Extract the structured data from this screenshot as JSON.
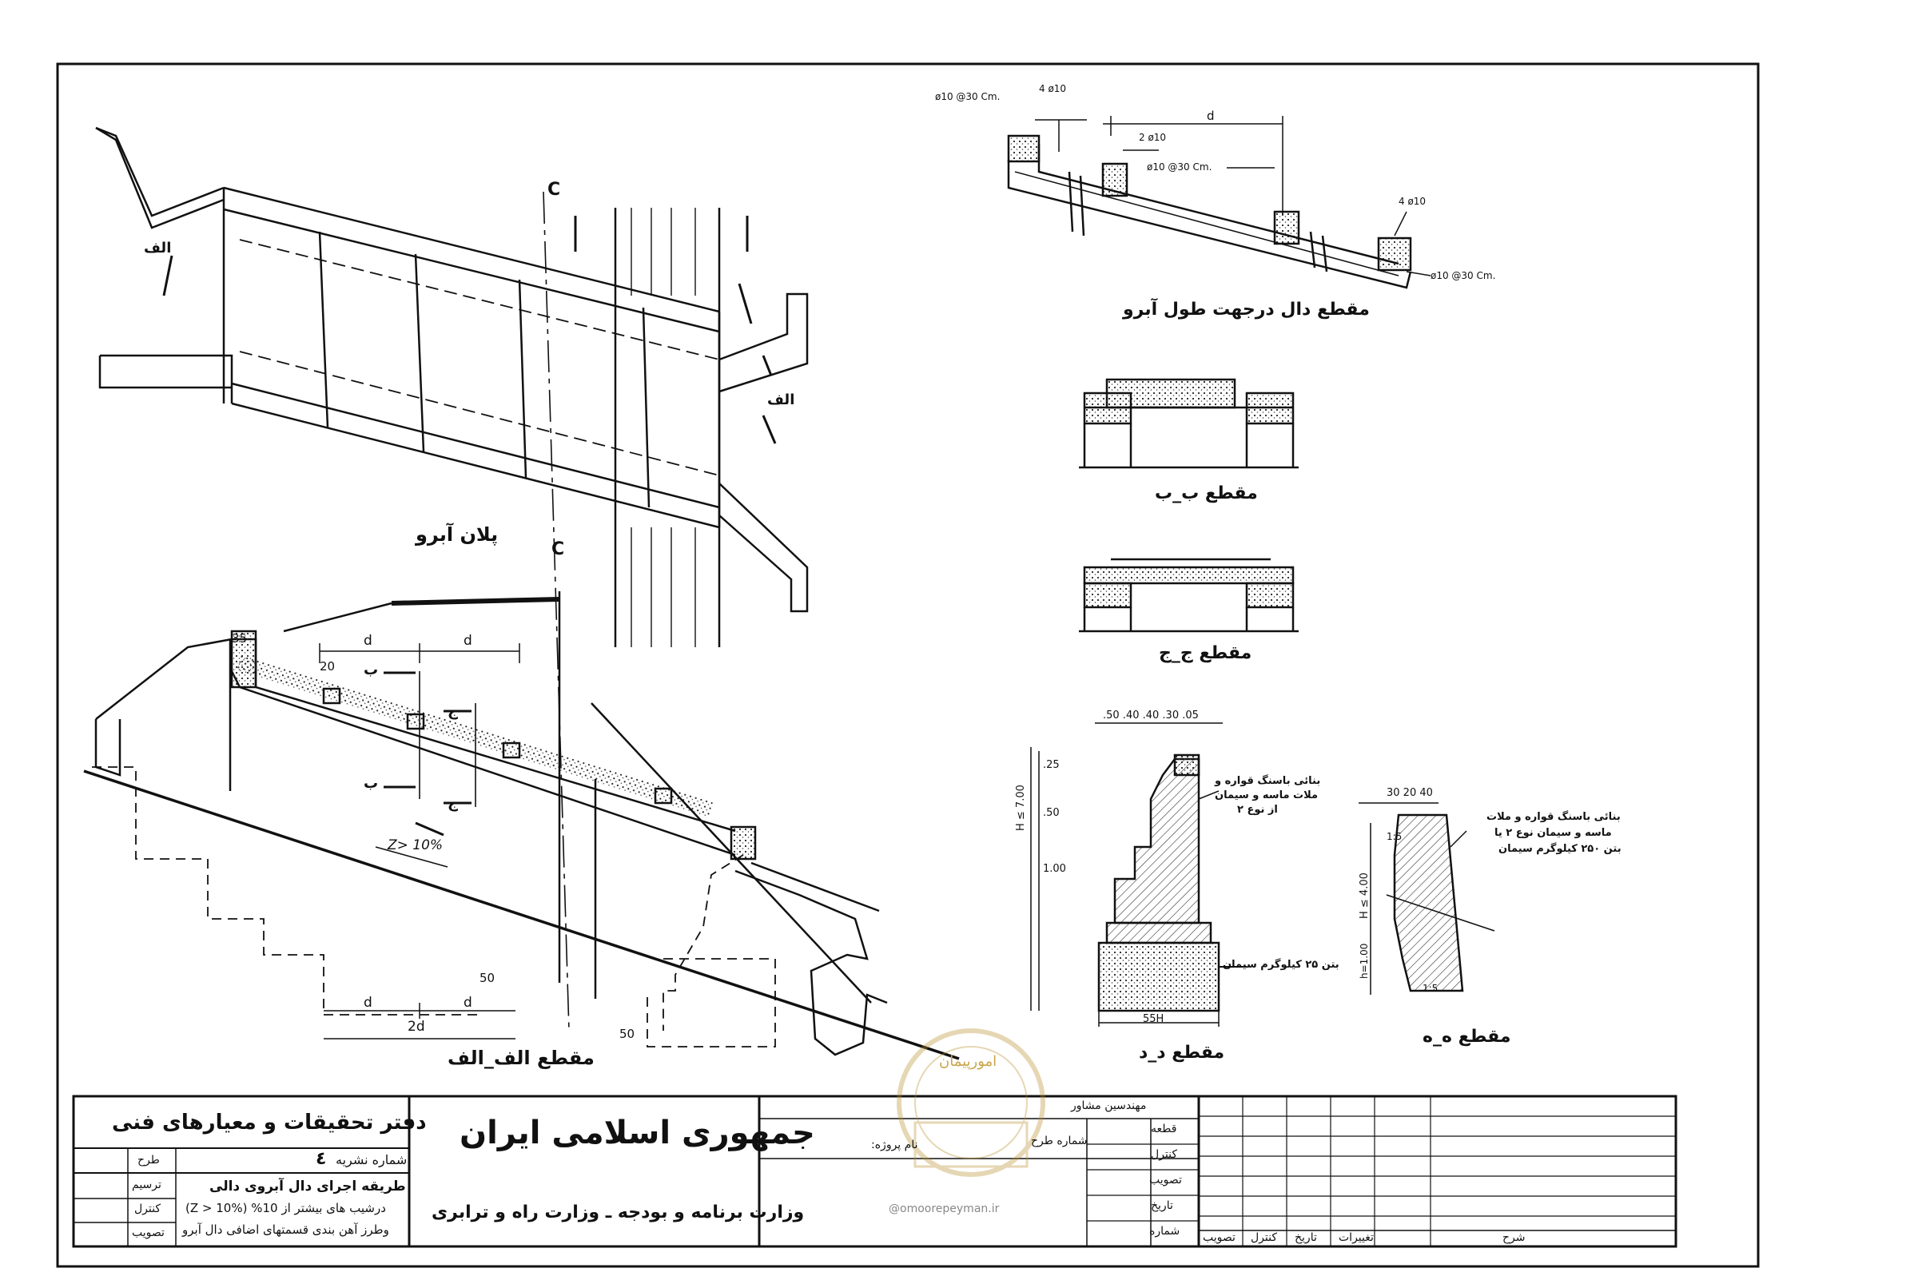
{
  "drawing": {
    "plan_label": "پلان آبرو",
    "section_aa_label": "مقطع الف_الف",
    "section_slab_label": "مقطع دال درجهت طول آبرو",
    "section_bb_label": "مقطع ب_ب",
    "section_jj_label": "مقطع ج_ج",
    "section_dd_label": "مقطع د_د",
    "section_hh_label": "مقطع ه_ه",
    "cut_alef": "الف",
    "cut_be": "ب",
    "cut_jim": "ج",
    "slope_label": "Z> 10%",
    "dim_d": "d",
    "dim_2d": "2d",
    "dim_20": "20",
    "dim_35": "35",
    "dim_50": "50",
    "cl_mark": "C",
    "rebar_top": "ø10 @30 Cm.",
    "rebar_4": "4 ø10",
    "rebar_2": "2 ø10",
    "rebar_mid": "ø10 @30 Cm.",
    "rebar_right4": "4 ø10",
    "rebar_bottom": "ø10 @30 Cm.",
    "dd_dims_top": ".50 .40 .40 .30 .05",
    "dd_h": "H ≤ 7.00",
    "dd_1_00": "1.00",
    "dd_0_50": ".50",
    "dd_0_25": ".25",
    "dd_55h": "55H",
    "dd_note1": "بنائی باسنگ قواره و",
    "dd_note2": "ملات ماسه و سیمان",
    "dd_note3": "از نوع ۲",
    "dd_note_concrete": "بتن ۲۵ کیلوگرم سیمان",
    "hh_dims_top": "30 20 40",
    "hh_h": "H ≤ 4.00",
    "hh_h1": "h=1.00",
    "hh_slope": "1:5",
    "hh_note1": "بنائی باسنگ قواره و ملات",
    "hh_note2": "ماسه و سیمان نوع ۲ یا",
    "hh_note3": "بتن ۲۵۰ کیلوگرم سیمان"
  },
  "title_block": {
    "office": "دفتر تحقیقات و معیارهای فنی",
    "sheet_no_label": "شماره نشریه",
    "sheet_no": "٤",
    "design_label": "طرح",
    "drawing_label": "ترسیم",
    "control_label": "کنترل",
    "approval_label": "تصویب",
    "title_line1": "طریقه اجرای دال آبروی دالی",
    "title_line2": "درشیب های بیشتر از 10% (Z > 10%)",
    "title_line3": "وطرز آهن بندی قسمتهای اضافی دال آبرو",
    "country": "جمهوری اسلامی ایران",
    "ministries": "وزارت برنامه و بودجه ـ وزارت راه و ترابری",
    "consultant": "مهندسین مشاور",
    "project_no_label": "شماره طرح",
    "project_name_label": "نام پروژه:",
    "part_label": "قطعه",
    "control2_label": "کنترل",
    "approval2_label": "تصویب",
    "date_label": "تاریخ",
    "number_label": "شماره",
    "rev_changes": "تغییرات",
    "rev_date": "تاریخ",
    "rev_control": "کنترل",
    "rev_approval": "تصویب",
    "description": "شرح",
    "watermark_url": "@omoorepeyman.ir",
    "watermark_brand": "امورپیمان"
  }
}
